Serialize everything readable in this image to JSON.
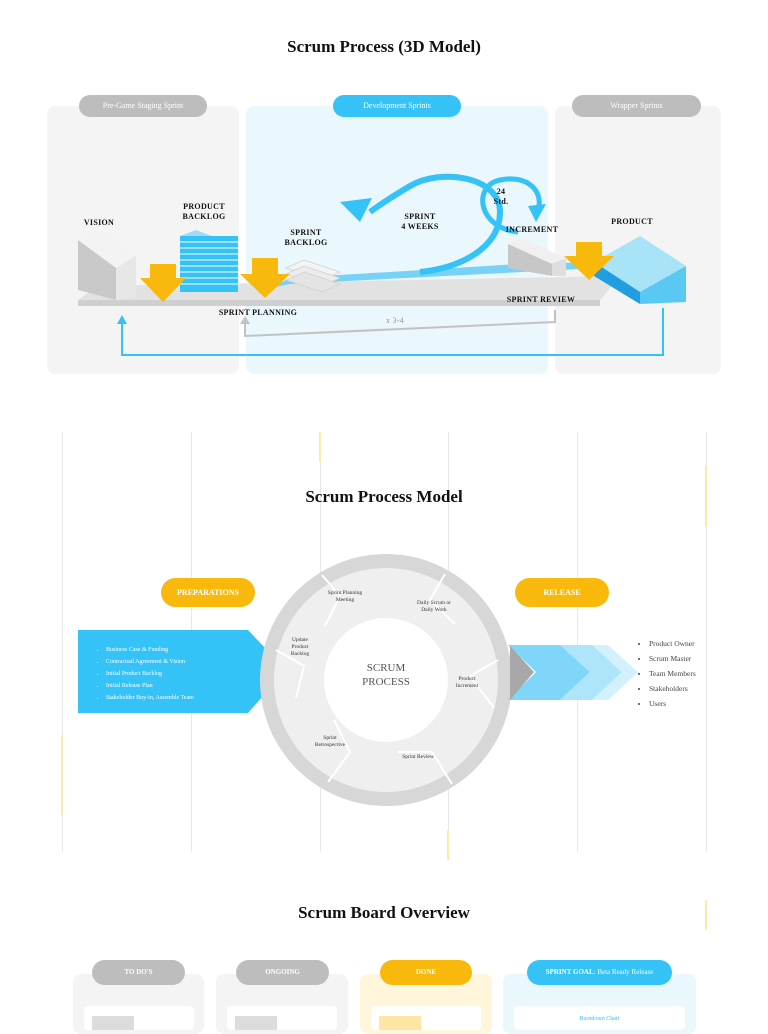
{
  "model3d": {
    "title": "Scrum Process (3D Model)",
    "phases": [
      {
        "label": "Pre-Game Staging Sprint"
      },
      {
        "label": "Development Sprints"
      },
      {
        "label": "Wrapper Sprints"
      }
    ],
    "labels": {
      "vision": "VISION",
      "product_backlog": "PRODUCT\nBACKLOG",
      "sprint_backlog": "SPRINT\nBACKLOG",
      "sprint": "SPRINT\n4 WEEKS",
      "hours": "24\nStd.",
      "increment": "INCREMENT",
      "product": "PRODUCT",
      "sprint_planning": "SPRINT PLANNING",
      "sprint_review": "SPRINT REVIEW",
      "repeat": "x 3-4"
    },
    "colors": {
      "blue": "#34c2f7",
      "gray_pill": "#bdbdbd",
      "yellow": "#f8b90c"
    }
  },
  "process_model": {
    "title": "Scrum Process Model",
    "preparations_label": "PREPARATIONS",
    "release_label": "RELEASE",
    "preparations_items": [
      "Business Case & Funding",
      "Contractual Agreement & Vision",
      "Initial Product Backlog",
      "Initial Release Plan",
      "Stakeholder Buy-in, Assemble Team"
    ],
    "center_label": "SCRUM\nPROCESS",
    "wheel_steps": [
      "Sprint Planning\nMeeting",
      "Daily Scrum or\nDaily Work",
      "Product\nIncrement",
      "Sprint Review",
      "Sprint\nRetrospective",
      "Update\nProduct\nBacklog"
    ],
    "roles": [
      "Product Owner",
      "Scrum Master",
      "Team Members",
      "Stakeholders",
      "Users"
    ]
  },
  "board": {
    "title": "Scrum Board Overview",
    "columns": [
      {
        "label": "TO DO'S"
      },
      {
        "label": "ONGOING"
      },
      {
        "label": "DONE"
      },
      {
        "label_bold": "SPRINT GOAL",
        "label_rest": ": Beta Ready Release"
      }
    ],
    "burndown_label": "Burndown Chart"
  }
}
